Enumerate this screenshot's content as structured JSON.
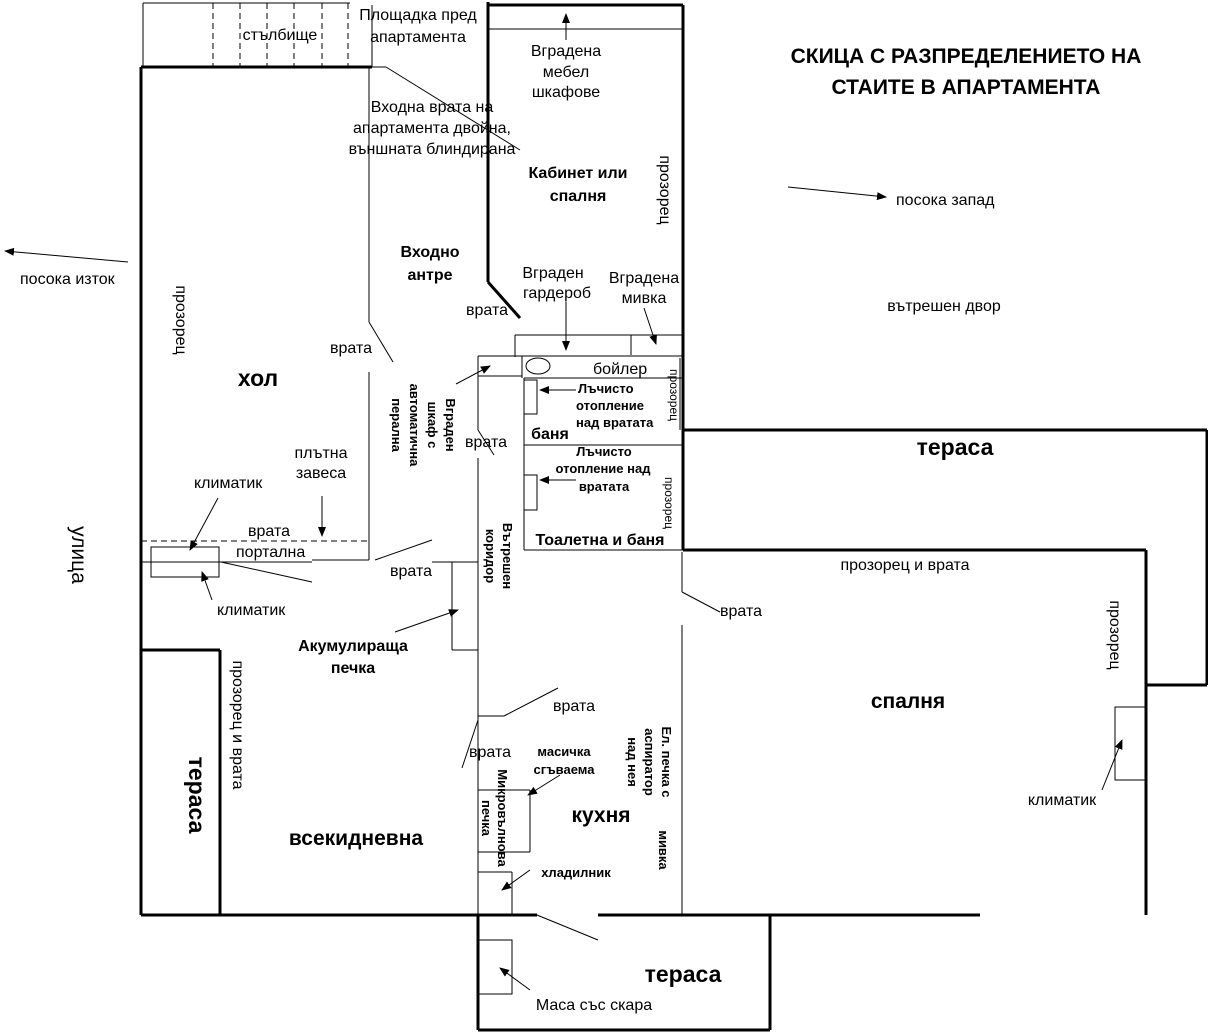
{
  "title": {
    "line1": "СКИЦА С РАЗПРЕДЕЛЕНИЕТО НА",
    "line2": "СТАИТЕ В АПАРТАМЕНТА"
  },
  "labels": {
    "stairs": "стълбище",
    "landing_1": "Площадка пред",
    "landing_2": "апартамента",
    "wardrobe_top_1": "Вградена",
    "wardrobe_top_2": "мебел",
    "wardrobe_top_3": "шкафове",
    "entry_door_1": "Входна врата на",
    "entry_door_2": "апартамента двойна,",
    "entry_door_3": "външната блиндирана",
    "study_1": "Кабинет или",
    "study_2": "спалня",
    "window": "прозорец",
    "direction_west": "посока запад",
    "direction_east": "посока изток",
    "hall_1": "Входно",
    "hall_2": "антре",
    "closet_1": "Вграден",
    "closet_2": "гардероб",
    "sink_builtin_1": "Вградена",
    "sink_builtin_2": "мивка",
    "courtyard": "вътрешен двор",
    "door": "врата",
    "boiler": "бойлер",
    "radiant_1_1": "Лъчисто",
    "radiant_1_2": "отопление",
    "radiant_1_3": "над вратата",
    "bath": "баня",
    "radiant_2_1": "Лъчисто",
    "radiant_2_2": "отопление над",
    "radiant_2_3": "вратата",
    "terrace": "тераса",
    "toilet_bath": "Тоалетна  и баня",
    "living": "хол",
    "washer_1": "Вграден",
    "washer_2": "шкаф с",
    "washer_3": "автоматична",
    "washer_4": "перална",
    "curtain_1": "плътна",
    "curtain_2": "завеса",
    "ac": "климатик",
    "portal_door_1": "врата",
    "portal_door_2": "портална",
    "street": "улица",
    "corridor_1": "Вътрешен",
    "corridor_2": "коридор",
    "window_door": "прозорец и врата",
    "storage_heater_1": "Акумулираща",
    "storage_heater_2": "печка",
    "bedroom": "спалня",
    "stove_1": "Ел. печка с",
    "stove_2": "аспиратор",
    "stove_3": "над нея",
    "table_1": "масичка",
    "table_2": "сгъваема",
    "microwave_1": "Микровълнова",
    "microwave_2": "печка",
    "kitchen": "кухня",
    "sink": "мивка",
    "daily_room": "всекидневна",
    "fridge": "хладилник",
    "bbq_table": "Маса със скара"
  }
}
